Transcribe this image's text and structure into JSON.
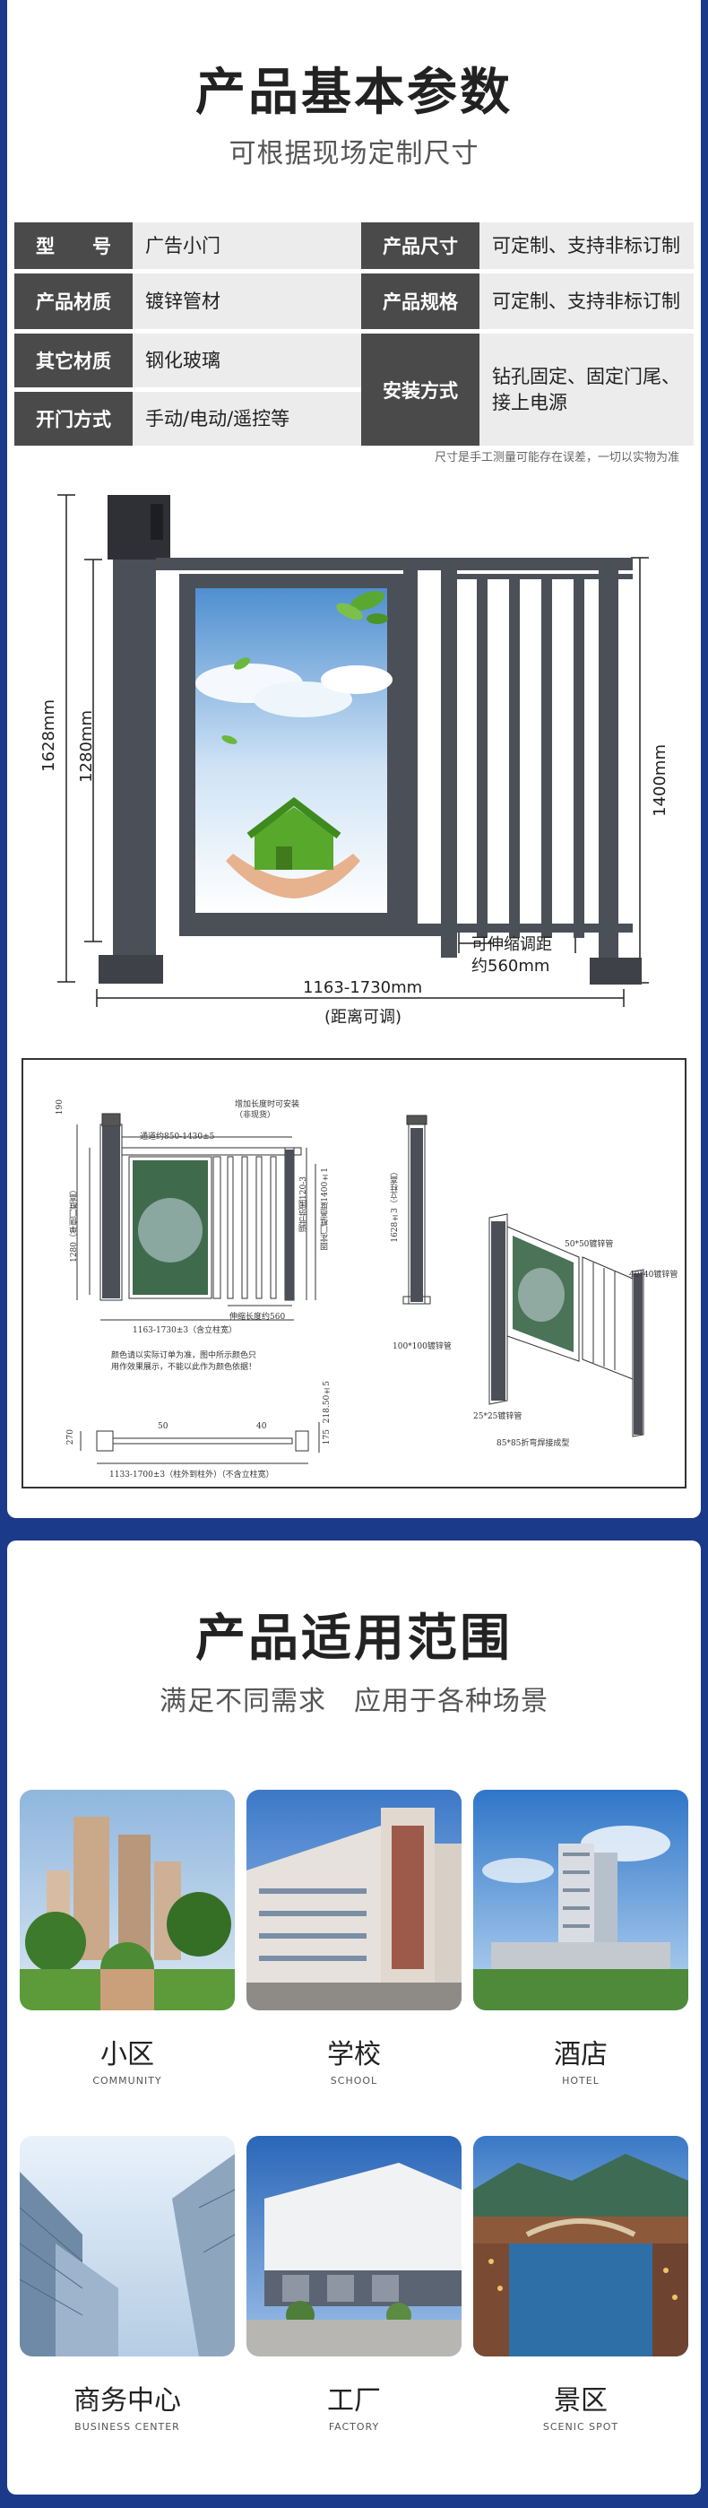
{
  "section1": {
    "title": "产品基本参数",
    "subtitle": "可根据现场定制尺寸",
    "rows": [
      {
        "l1": "型　　号",
        "v1": "广告小门",
        "l2": "产品尺寸",
        "v2": "可定制、支持非标订制"
      },
      {
        "l1": "产品材质",
        "v1": "镀锌管材",
        "l2": "产品规格",
        "v2": "可定制、支持非标订制"
      },
      {
        "l1": "其它材质",
        "v1": "钢化玻璃"
      },
      {
        "l1": "开门方式",
        "v1": "手动/电动/遥控等"
      }
    ],
    "merged": {
      "label": "安装方式",
      "value": "钻孔固定、固定门尾、接上电源"
    },
    "note": "尺寸是手工测量可能存在误差，一切以实物为准",
    "drawing": {
      "h_total": "1628mm",
      "h_gate": "1280mm",
      "h_right": "1400mm",
      "telescopic": "可伸缩调距\n约560mm",
      "telescopic_a": "可伸缩调距",
      "telescopic_b": "约560mm",
      "width": "1163-1730mm",
      "width_note": "(距离可调)"
    },
    "tech": {
      "t1": "通道约850-1430±5",
      "t2": "增加长度时可安装\n（非现货）",
      "t2a": "增加长度时可安装",
      "t2b": "（非现货）",
      "t3": "1280（单侧门框高）",
      "t4": "调节范围120-3",
      "t5": "固定门框高度1400±1",
      "t6": "伸缩长度约560",
      "t7": "1163-1730±3（含立柱宽）",
      "t8": "1628±3（立柱高）",
      "t9": "颜色请以实际订单为准，图中所示颜色只\n用作效果展示，不能以此作为颜色依据！",
      "t9a": "颜色请以实际订单为准，图中所示颜色只",
      "t9b": "用作效果展示，不能以此作为颜色依据！",
      "t10": "1133-1700±3（柱外到柱外）（不含立柱宽）",
      "t11": "50*50镀锌管",
      "t12": "40*40镀锌管",
      "t13": "100*100镀锌管",
      "t14": "25*25镀锌管",
      "t15": "85*85折弯焊接成型",
      "n190": "190",
      "n270": "270",
      "n50": "50",
      "n40": "40",
      "n218": "218.50±5",
      "n175": "175"
    }
  },
  "section2": {
    "title": "产品适用范围",
    "subtitle": "满足不同需求　应用于各种场景",
    "items": [
      {
        "cn": "小区",
        "en": "COMMUNITY"
      },
      {
        "cn": "学校",
        "en": "SCHOOL"
      },
      {
        "cn": "酒店",
        "en": "HOTEL"
      },
      {
        "cn": "商务中心",
        "en": "BUSINESS CENTER"
      },
      {
        "cn": "工厂",
        "en": "FACTORY"
      },
      {
        "cn": "景区",
        "en": "SCENIC SPOT"
      }
    ]
  },
  "colors": {
    "brand_blue": "#1b3a8a",
    "label_bg": "#4a4a4a",
    "value_bg": "#ececec",
    "gate_frame": "#4b4f57"
  }
}
